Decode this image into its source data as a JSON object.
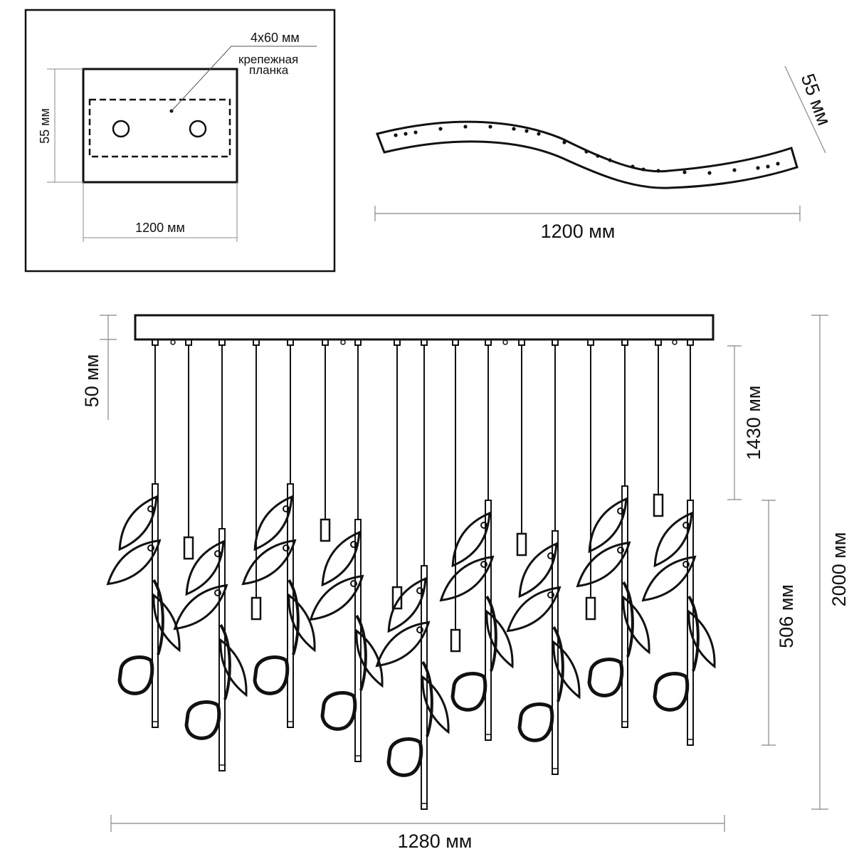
{
  "mount_plate": {
    "width_label": "1200 мм",
    "height_label": "55 мм",
    "bracket_size_label": "4х60 мм",
    "bracket_note_line1": "крепежная",
    "bracket_note_line2": "планка"
  },
  "curved_plate": {
    "width_label": "1200 мм",
    "height_label": "55 мм"
  },
  "fixture": {
    "canopy_height_label": "50 мм",
    "cord_length_label": "1430 мм",
    "stem_length_label": "506 мм",
    "total_height_label": "2000 мм",
    "total_width_label": "1280 мм"
  }
}
